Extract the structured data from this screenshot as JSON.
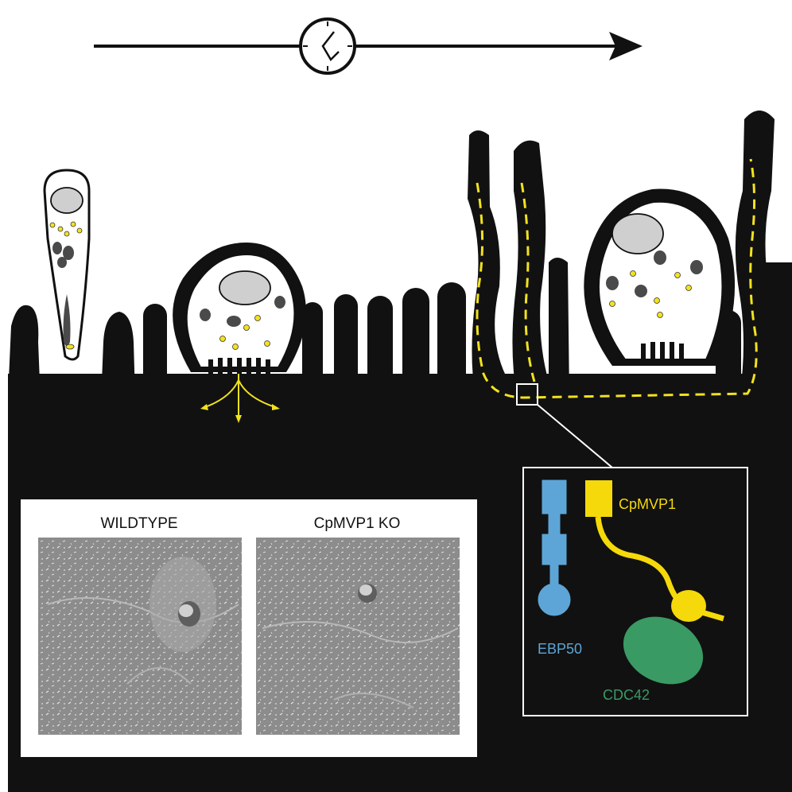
{
  "figure": {
    "panels": {
      "wildtype_label": "WILDTYPE",
      "knockout_label": "CpMVP1 KO"
    },
    "inset": {
      "cpmvp1_label": "CpMVP1",
      "ebp50_label": "EBP50",
      "cdc42_label": "CDC42"
    },
    "icons": {
      "timeline": "clock-icon",
      "arrow": "arrow-right-icon"
    },
    "colors": {
      "background": "#ffffff",
      "host_tissue": "#111111",
      "parasite_fill": "#ffffff",
      "nucleus": "#cfcfcf",
      "granules_dark": "#4a4a4a",
      "vesicles": "#f2e21f",
      "cpmvp1": "#f5d90a",
      "ebp50": "#5da5d6",
      "cdc42": "#3a9a63",
      "micrograph": "#8d8d8d"
    }
  }
}
